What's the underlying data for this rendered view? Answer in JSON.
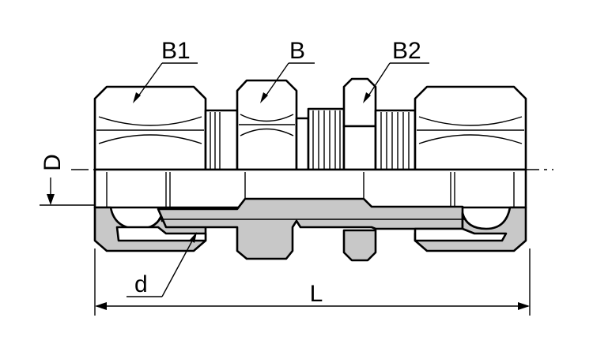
{
  "labels": {
    "b1": "B1",
    "b": "B",
    "b2": "B2",
    "d_upper": "D",
    "d_lower": "d",
    "length": "L"
  }
}
